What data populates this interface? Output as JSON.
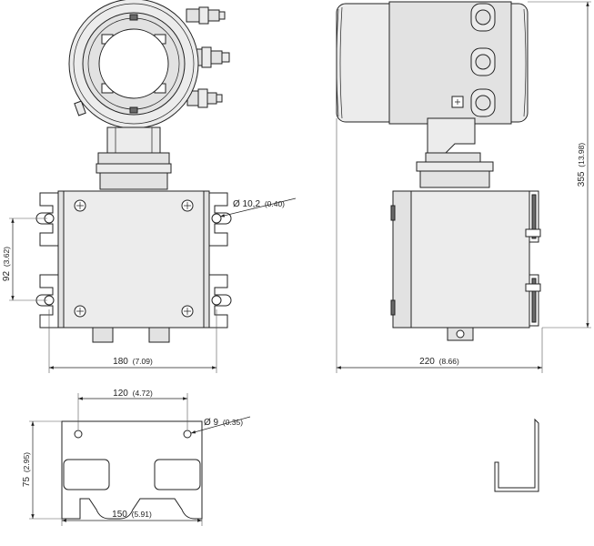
{
  "dimensions": {
    "flange_hole_diameter": {
      "value": "Ø 10,2",
      "inch": "(0.40)"
    },
    "mount_spacing_vertical": {
      "value": "92",
      "inch": "(3.62)"
    },
    "front_width": {
      "value": "180",
      "inch": "(7.09)"
    },
    "side_width": {
      "value": "220",
      "inch": "(8.66)"
    },
    "total_height": {
      "value": "355",
      "inch": "(13.98)"
    },
    "bracket_hole_spacing": {
      "value": "120",
      "inch": "(4.72)"
    },
    "bracket_hole_diameter": {
      "value": "Ø 9",
      "inch": "(0.35)"
    },
    "bracket_height": {
      "value": "75",
      "inch": "(2.95)"
    },
    "bracket_width": {
      "value": "150",
      "inch": "(5.91)"
    }
  }
}
